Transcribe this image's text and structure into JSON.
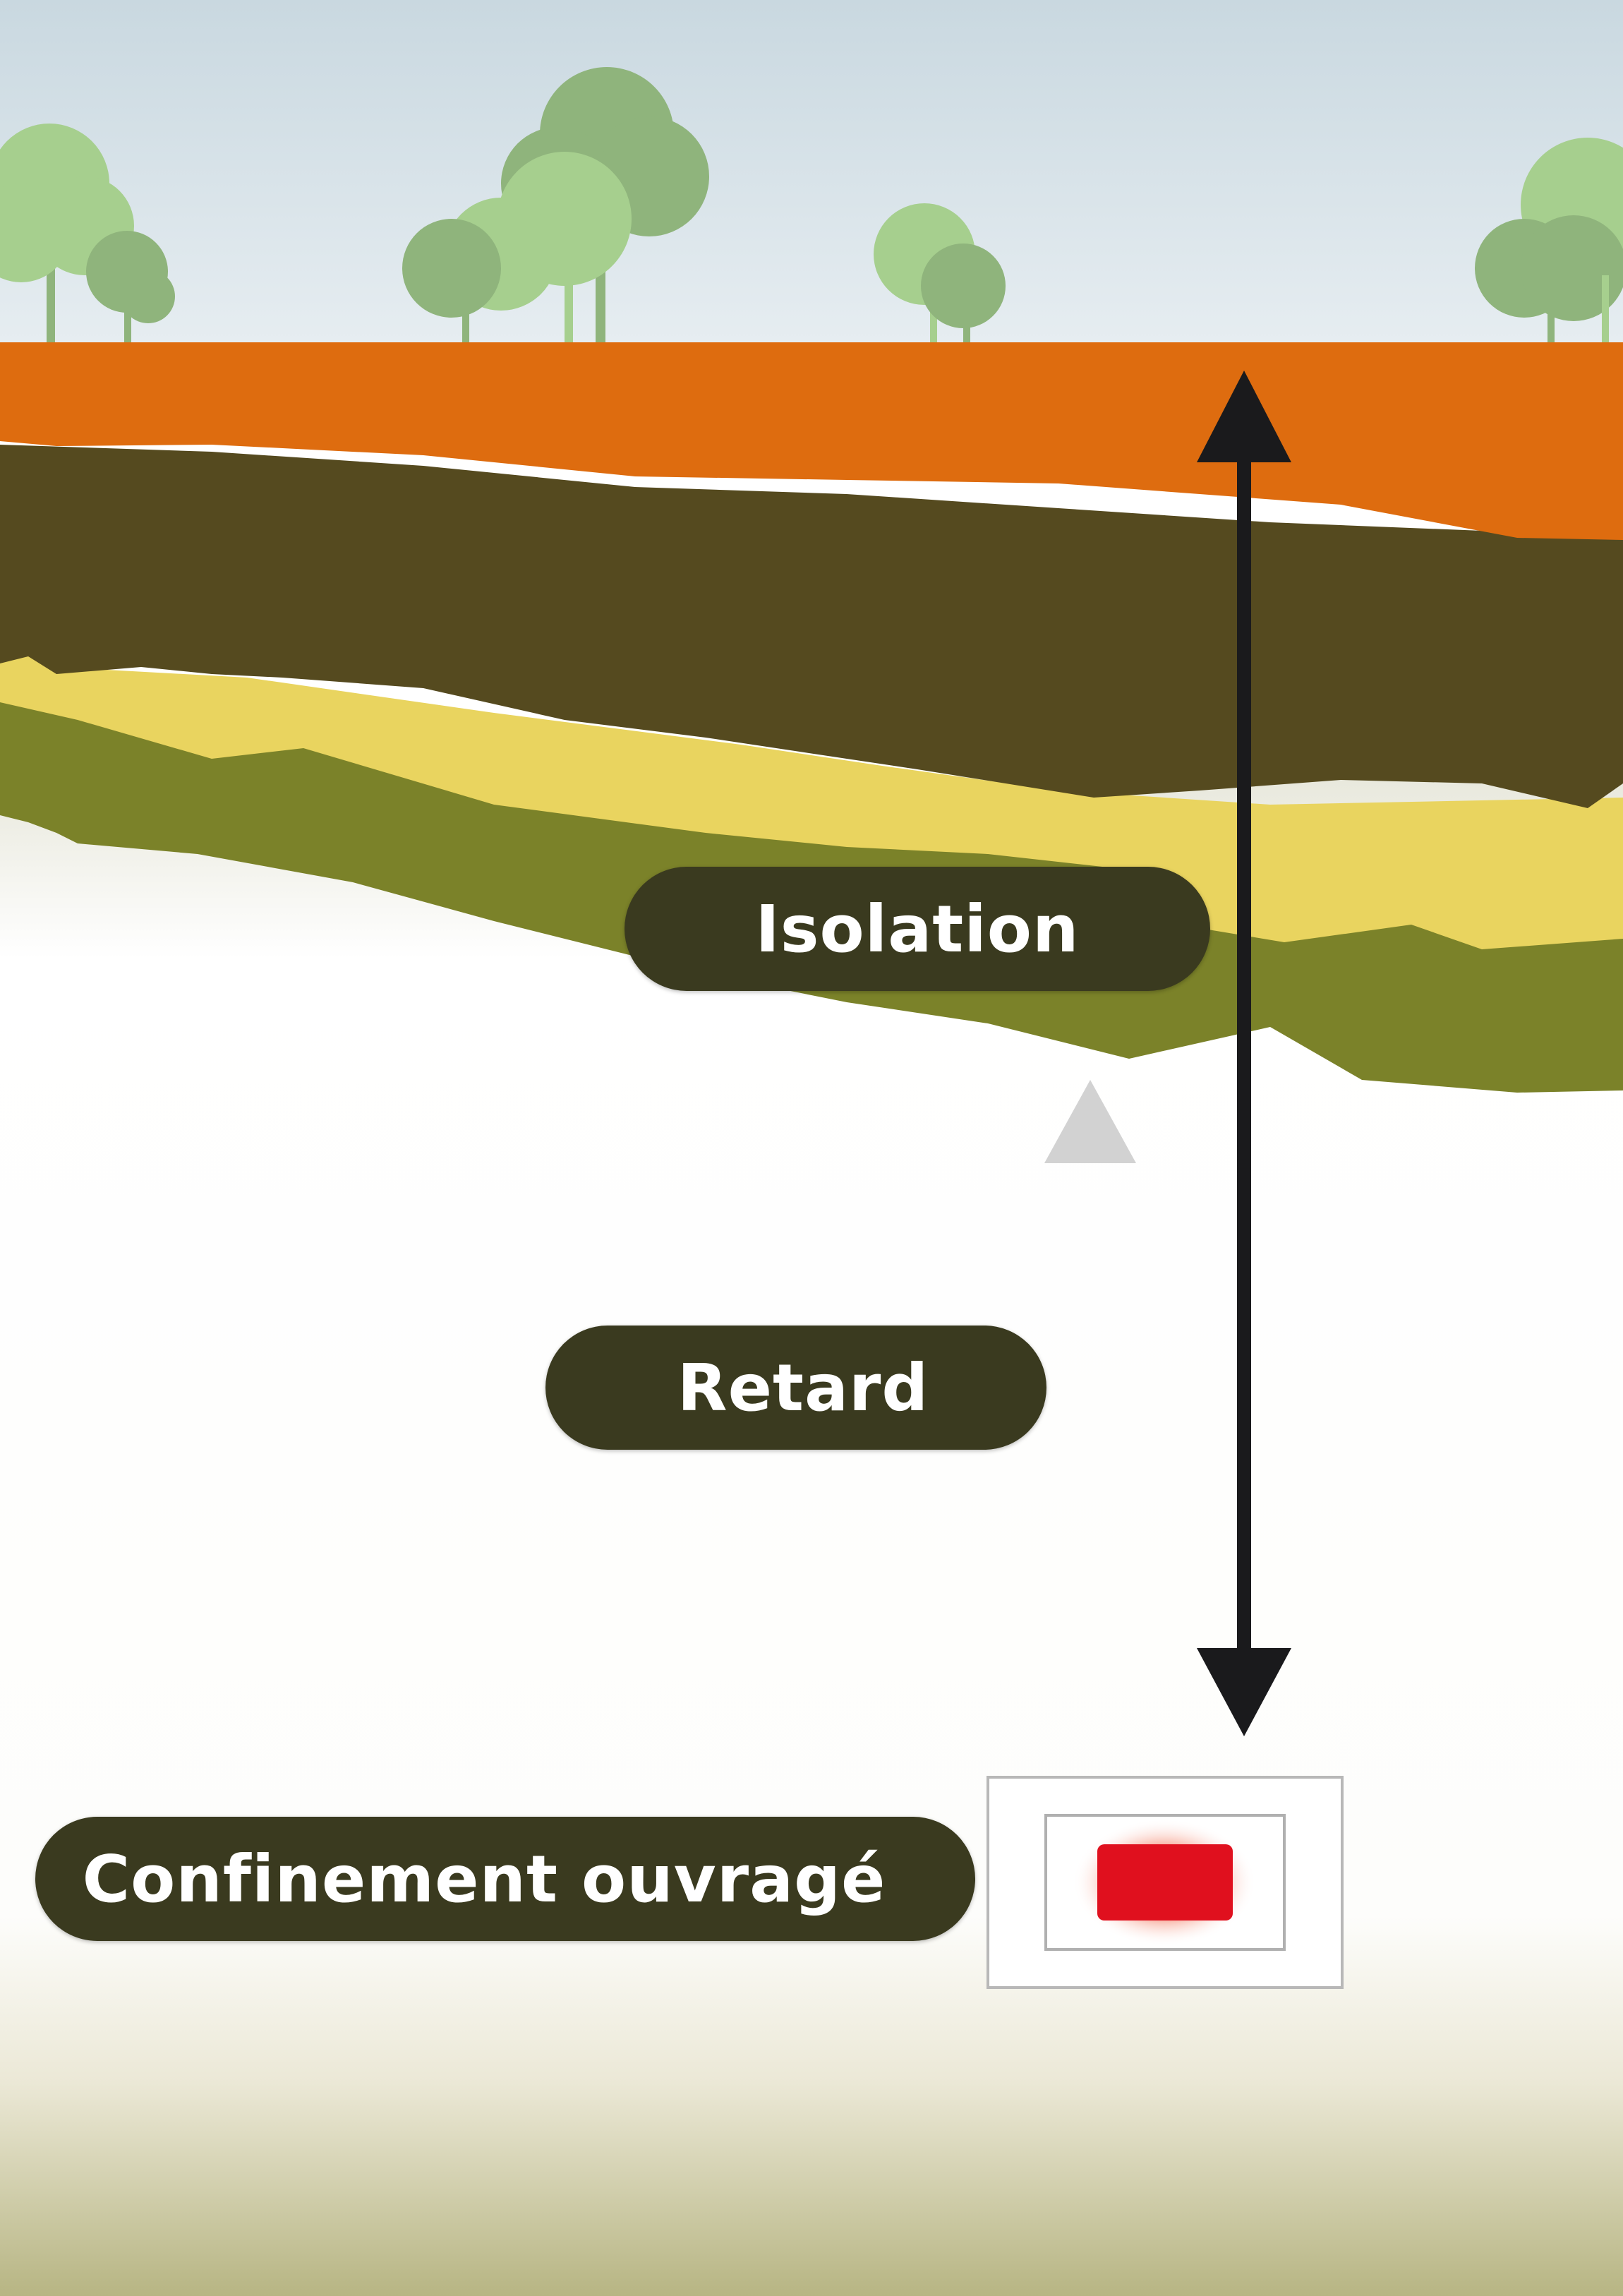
{
  "labels": {
    "isolation": "Isolation",
    "retard": "Retard",
    "confinement": "Confinement ouvragé"
  },
  "colors": {
    "sky_top": "#c9d8e0",
    "sky_bottom": "#e6edf1",
    "tree_light": "#a6cf8e",
    "tree_dark": "#8fb47c",
    "orange_layer": "#de6c0f",
    "brown_layer": "#554a1f",
    "yellow_layer": "#e9d45f",
    "olive_layer": "#7b8229",
    "label_bg": "#3a3a1f",
    "label_text": "#ffffff",
    "arrow_solid": "#1a1a1c",
    "arrow_faded": "#cccccc",
    "waste_red": "#e0101e",
    "ground_bottom": "#b9b886"
  },
  "icons": {
    "trees": "tree-icon",
    "isolation_arrow": "double-arrow-icon",
    "retard_arrow": "dashed-up-arrow-icon",
    "confinement_box": "storage-container-icon"
  }
}
